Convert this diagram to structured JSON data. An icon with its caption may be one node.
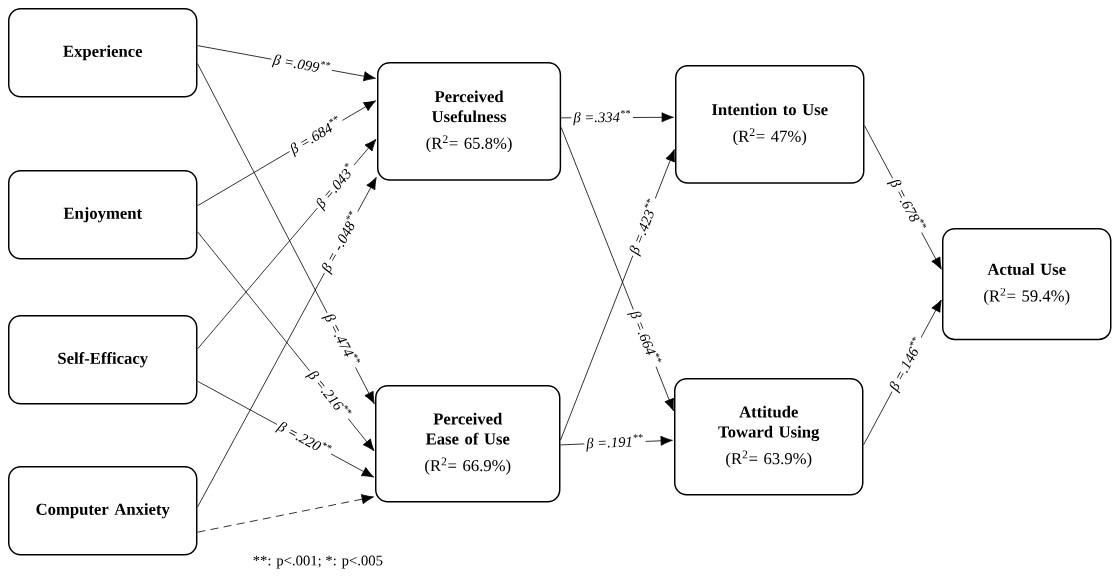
{
  "diagram": {
    "nodes": [
      {
        "text": [
          "Experience"
        ]
      },
      {
        "text": [
          "Enjoyment"
        ]
      },
      {
        "text": [
          "Self-Efficacy"
        ]
      },
      {
        "text": [
          "Computer Anxiety"
        ]
      },
      {
        "text": [
          "Perceived Usefulness",
          "(R$^{2}$= 65.8%)"
        ]
      },
      {
        "text": [
          "Perceived Ease of Use",
          "(R$^{2}$= 66.9%)"
        ]
      },
      {
        "text": [
          "Intention to Use",
          "(R$^{2}$= 47%)"
        ]
      },
      {
        "text": [
          "Attitude Toward Using",
          "(R$^{2}$= 63.9%)"
        ]
      },
      {
        "text": [
          "Actual Use",
          "(R$^{2}$= 59.4%)"
        ]
      }
    ],
    "edges": [
      {
        "from": 0,
        "to": 4,
        "arrow": "to",
        "label": "β =.099$^{**}$"
      },
      {
        "from": 1,
        "to": 4,
        "arrow": "to",
        "label": "β =.684$^{**}$"
      },
      {
        "from": 2,
        "to": 4,
        "arrow": "to",
        "label": "β =.043$^{*}$"
      },
      {
        "from": 3,
        "to": 4,
        "arrow": "to",
        "label": "β = -.048$^{**}$"
      },
      {
        "from": 0,
        "to": 5,
        "arrow": "to",
        "label": "β =.474$^{**}$"
      },
      {
        "from": 1,
        "to": 5,
        "arrow": "to",
        "label": "β =.216$^{**}$"
      },
      {
        "from": 2,
        "to": 5,
        "arrow": "to",
        "label": "β =.220$^{**}$"
      },
      {
        "from": 3,
        "to": 5,
        "arrow": "to",
        "style": "dashed"
      },
      {
        "from": 4,
        "to": 6,
        "arrow": "to",
        "label": "β =.334$^{**}$"
      },
      {
        "from": 4,
        "to": 7,
        "arrow": "to",
        "label": "β =.664$^{**}$"
      },
      {
        "from": 5,
        "to": 6,
        "arrow": "to",
        "label": "β =.423$^{**}$"
      },
      {
        "from": 5,
        "to": 7,
        "arrow": "to",
        "label": "β =.191$^{**}$"
      },
      {
        "from": 6,
        "to": 8,
        "arrow": "to",
        "label": "β =.678$^{**}$"
      },
      {
        "from": 7,
        "to": 8,
        "arrow": "to",
        "label": "β =.146$^{**}$"
      }
    ],
    "labels": [
      "**: p<.001; *: p<.005"
    ]
  }
}
